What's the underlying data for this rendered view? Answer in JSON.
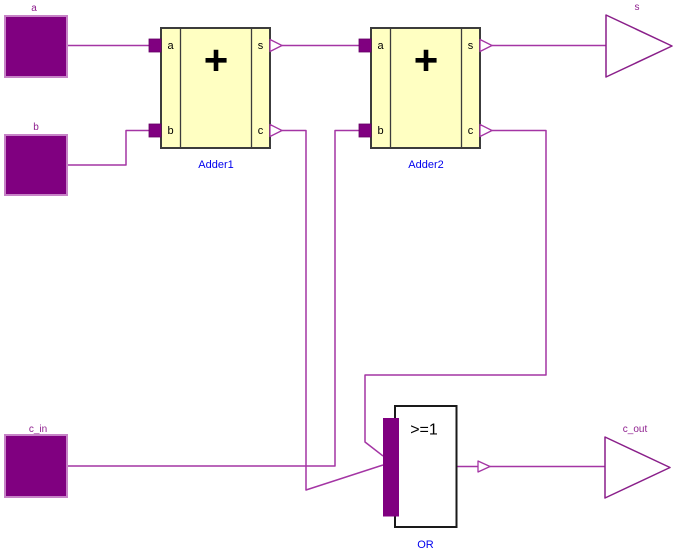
{
  "colors": {
    "component_fill": "#800080",
    "component_border": "#C783C7",
    "wire": "#A435A4",
    "block_fill": "#FFFFC2",
    "block_border": "#3C3C3C",
    "block_name": "#0000EE",
    "io_label": "#8F208F",
    "triangle_border": "#8A1F8A",
    "or_border": "#1A1A1A",
    "text": "#000000",
    "background": "#FFFFFF"
  },
  "inputs": [
    {
      "id": "a",
      "label": "a"
    },
    {
      "id": "b",
      "label": "b"
    },
    {
      "id": "c_in",
      "label": "c_in"
    }
  ],
  "outputs": [
    {
      "id": "s",
      "label": "s"
    },
    {
      "id": "c_out",
      "label": "c_out"
    }
  ],
  "blocks": {
    "adder1": {
      "name": "Adder1",
      "symbol": "+",
      "ports": {
        "in1": "a",
        "in2": "b",
        "out1": "s",
        "out2": "c"
      }
    },
    "adder2": {
      "name": "Adder2",
      "symbol": "+",
      "ports": {
        "in1": "a",
        "in2": "b",
        "out1": "s",
        "out2": "c"
      }
    },
    "or_gate": {
      "name": "OR",
      "symbol": ">=1"
    }
  }
}
